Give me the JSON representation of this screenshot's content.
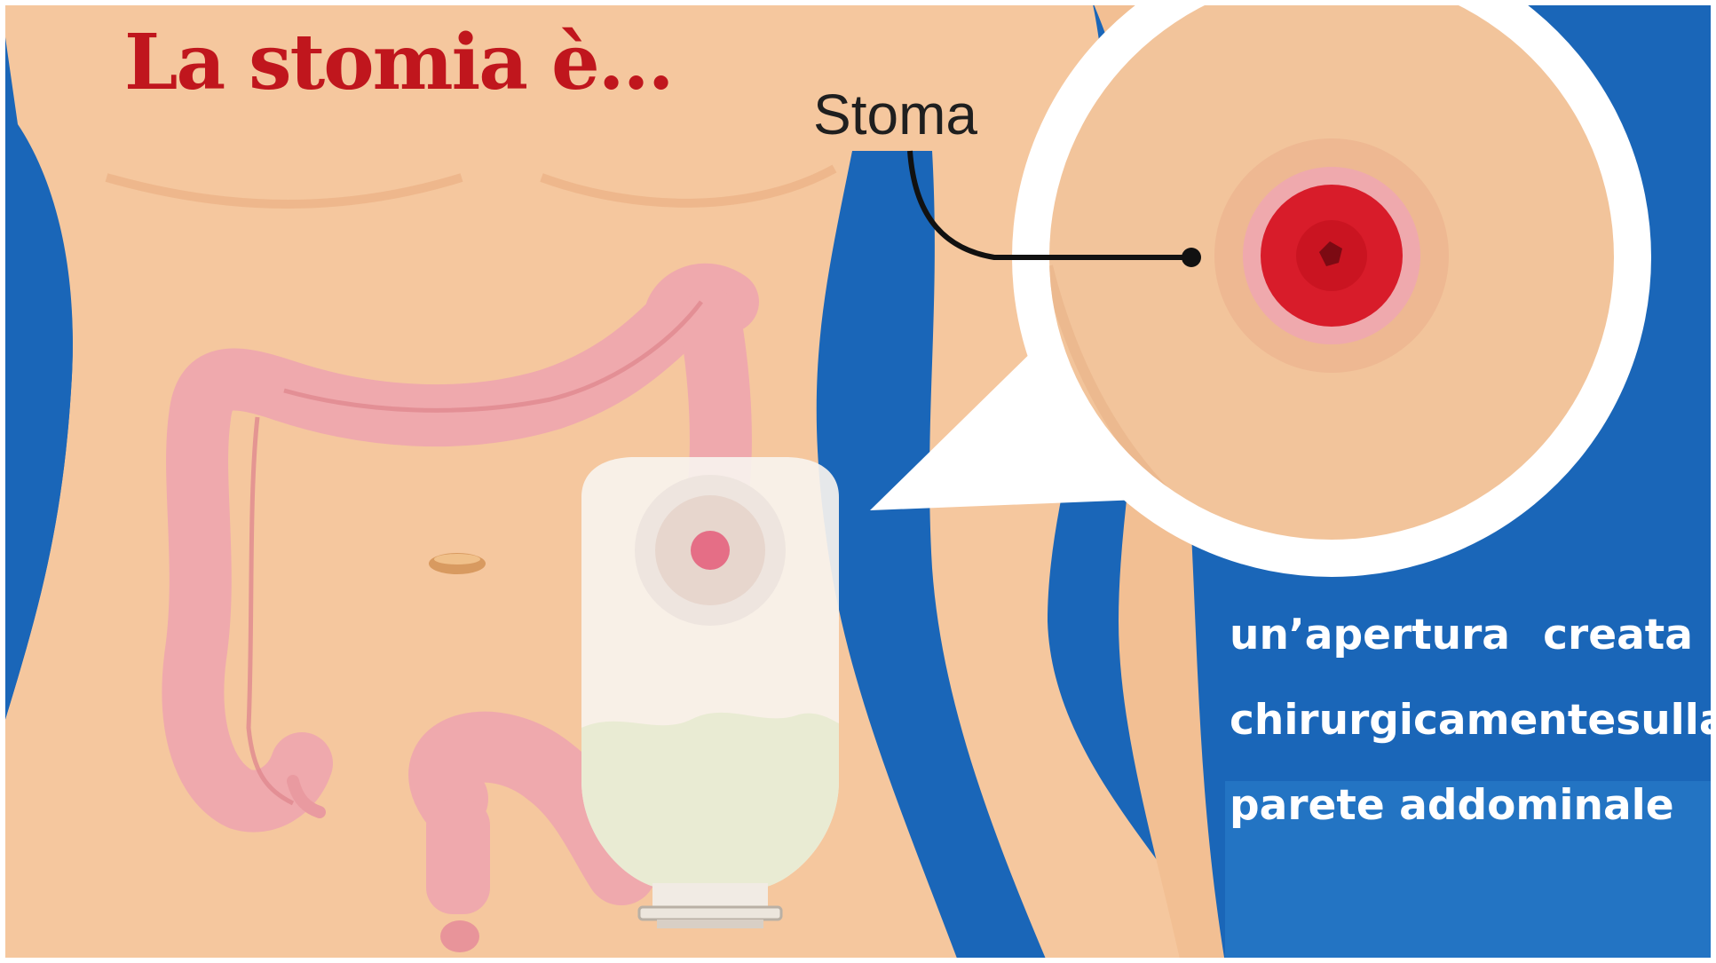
{
  "title": "La stomia è...",
  "callout": {
    "label": "Stoma"
  },
  "definition": {
    "line1": {
      "w1": "un’apertura",
      "w2": "creata"
    },
    "line2": {
      "w1": "chirurgicamente",
      "w2": "sulla"
    },
    "line3": "parete addominale"
  },
  "colors": {
    "title": "#c0161d",
    "background_blue": "#1a66b8",
    "skin": "#f5c79e",
    "colon": "#efa9ad",
    "stoma": "#d81c2a",
    "text_white": "#ffffff"
  }
}
